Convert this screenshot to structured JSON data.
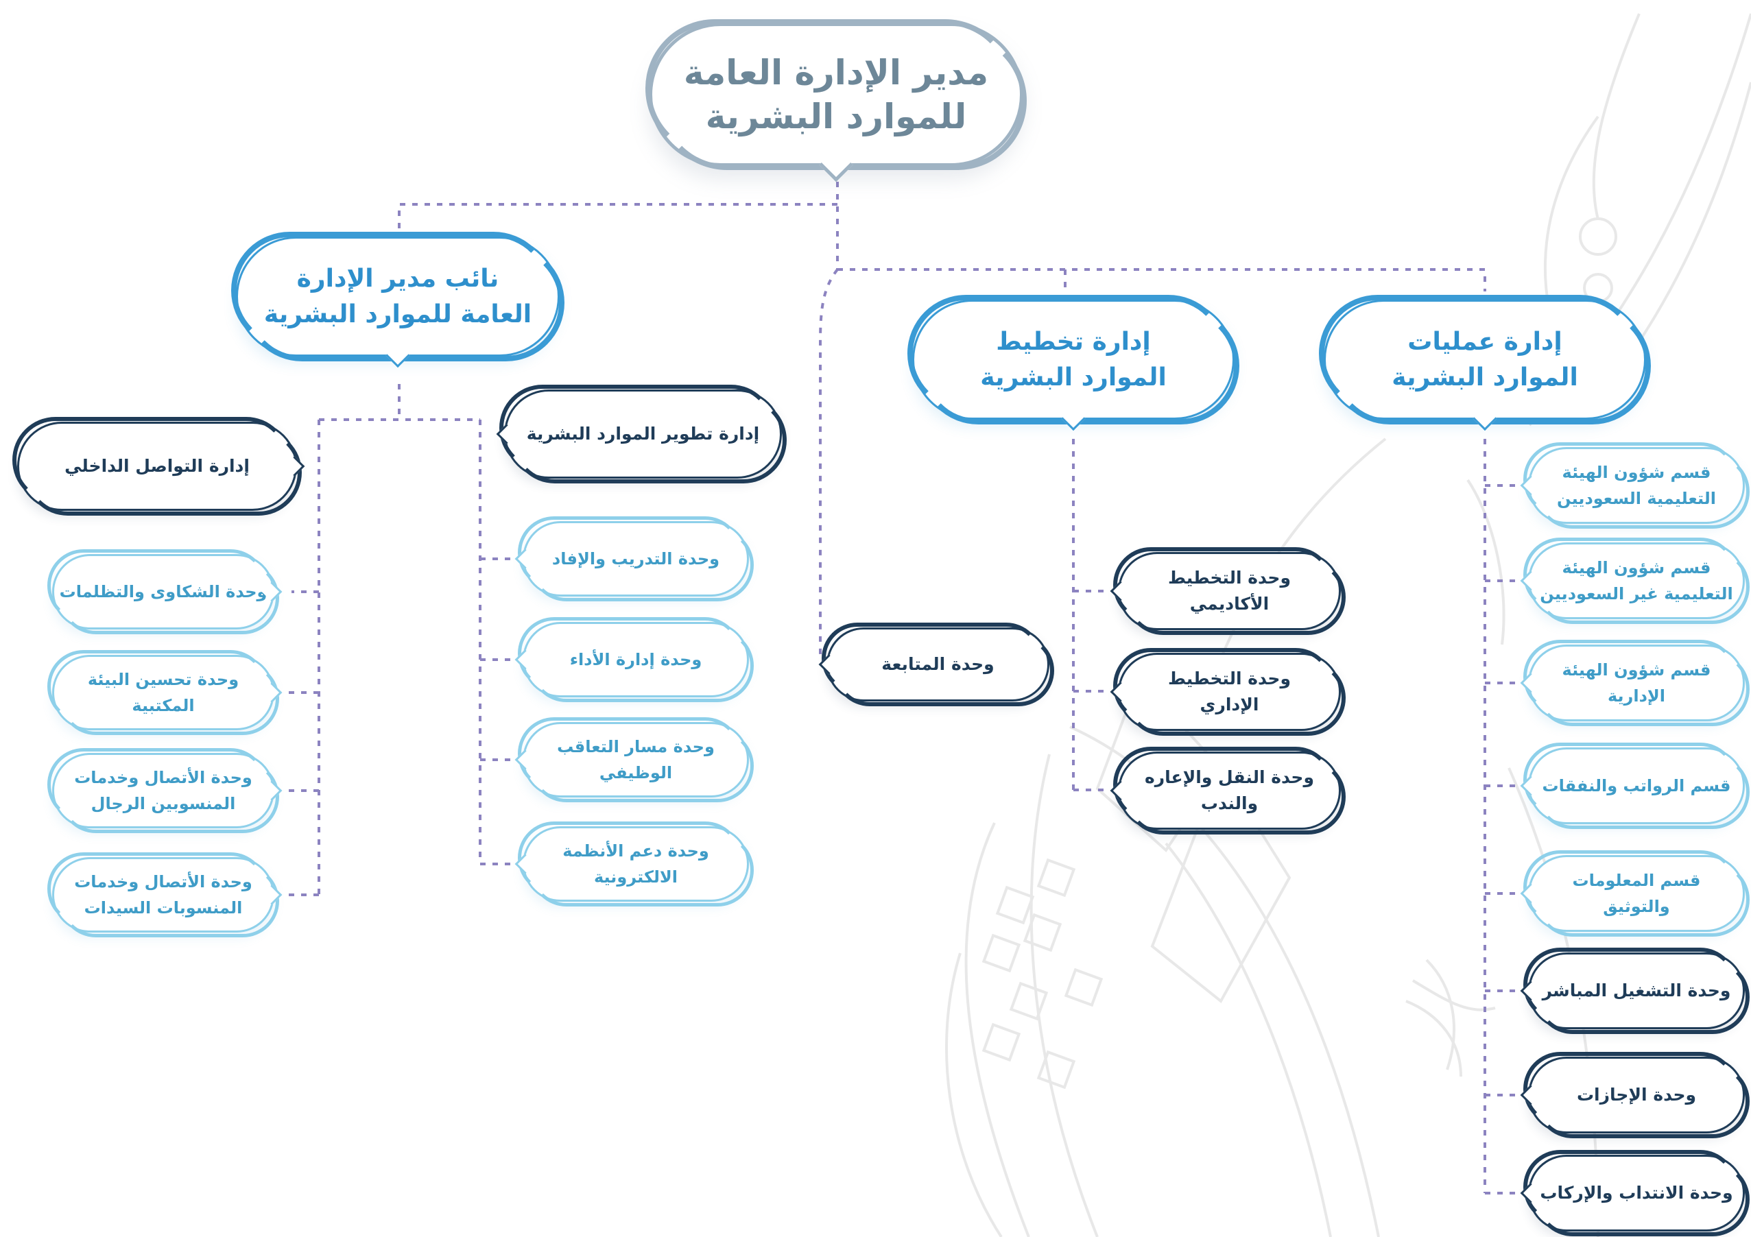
{
  "colors": {
    "root_border": "#9fb3c3",
    "root_text": "#6d8798",
    "main_border": "#3a9bd5",
    "main_text": "#2e8fcc",
    "dark_border": "#1f3c58",
    "light_border": "#8ed0ea",
    "light_text": "#3f9cc7",
    "connector": "#8c83c0",
    "watermark": "#e8e8e8"
  },
  "chart": {
    "root": "مدير الإدارة العامة\nللموارد البشرية",
    "deputy": {
      "title": "نائب مدير الإدارة\nالعامة للموارد البشرية",
      "internal_communication": {
        "title": "إدارة التواصل الداخلي",
        "units": [
          "وحدة الشكاوى والتظلمات",
          "وحدة تحسين البيئة\nالمكتبية",
          "وحدة الأتصال وخدمات\nالمنسوبين الرجال",
          "وحدة الأتصال وخدمات\nالمنسوبات السيدات"
        ]
      },
      "hr_development": {
        "title": "إدارة تطوير الموارد البشرية",
        "units": [
          "وحدة التدريب والإفاد",
          "وحدة إدارة الأداء",
          "وحدة مسار التعاقب\nالوظيفي",
          "وحدة دعم الأنظمة\nالالكترونية"
        ]
      }
    },
    "follow_up": "وحدة المتابعة",
    "planning": {
      "title": "إدارة تخطيط\nالموارد البشرية",
      "units": [
        "وحدة التخطيط\nالأكاديمي",
        "وحدة التخطيط\nالإداري",
        "وحدة النقل والإعاره\nوالندب"
      ]
    },
    "operations": {
      "title": "إدارة عمليات\nالموارد البشرية",
      "units": [
        "قسم شؤون الهيئة\nالتعليمية السعوديين",
        "قسم شؤون الهيئة\nالتعليمية غير السعوديين",
        "قسم شؤون الهيئة\nالإدارية",
        "قسم الرواتب والنفقات",
        "قسم المعلومات\nوالتوثيق",
        "وحدة التشغيل المباشر",
        "وحدة الإجازات",
        "وحدة الانتداب والإركاب"
      ]
    }
  }
}
